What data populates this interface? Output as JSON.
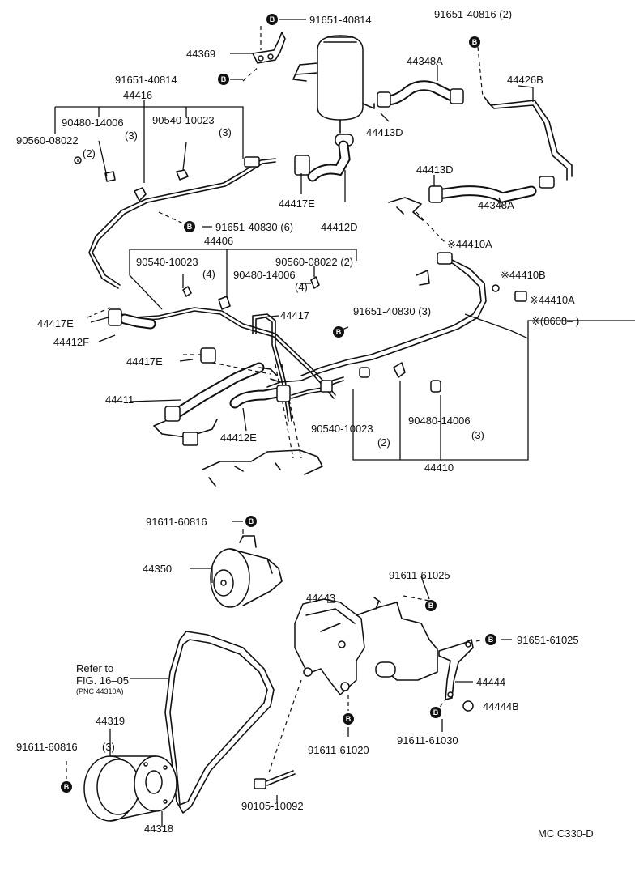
{
  "labels": {
    "p91651_40814_top": "91651-40814",
    "p91651_40816": "91651-40816 (2)",
    "p44369": "44369",
    "p44348A_top": "44348A",
    "p44426B": "44426B",
    "p91651_40814_left": "91651-40814",
    "p44416": "44416",
    "p90480_14006_a": "90480-14006",
    "p90480_14006_a_qty": "(3)",
    "p90540_10023_a": "90540-10023",
    "p90540_10023_a_qty": "(3)",
    "p90560_08022_a": "90560-08022",
    "p90560_08022_a_qty": "(2)",
    "p44413D_top": "44413D",
    "p44413D_mid": "44413D",
    "p44417E_top": "44417E",
    "p44412D": "44412D",
    "p91651_40830_6": "91651-40830 (6)",
    "p44348A_mid": "44348A",
    "p44406": "44406",
    "p44410A_top": "※44410A",
    "p90540_10023_b": "90540-10023",
    "p90540_10023_b_qty": "(4)",
    "p90560_08022_b": "90560-08022 (2)",
    "p90480_14006_b": "90480-14006",
    "p90480_14006_b_qty": "(4)",
    "p44410B": "※44410B",
    "p44410A_right": "※44410A",
    "p8608": "※(8608–        )",
    "p44417E_left": "44417E",
    "p44417": "44417",
    "p91651_40830_3": "91651-40830 (3)",
    "p44412F": "44412F",
    "p44417E_mid": "44417E",
    "p44411": "44411",
    "p44412E": "44412E",
    "p90540_10023_c": "90540-10023",
    "p90540_10023_c_qty": "(2)",
    "p90480_14006_c": "90480-14006",
    "p90480_14006_c_qty": "(3)",
    "p44410": "44410",
    "p91611_60816_top": "91611-60816",
    "p44350": "44350",
    "p91611_61025_top": "91611-61025",
    "p44443": "44443",
    "p91651_61025": "91651-61025",
    "refer_to": "Refer to",
    "fig_ref": "FIG. 16–05",
    "pnc_ref": "(PNC 44310A)",
    "p44444": "44444",
    "p44319": "44319",
    "p44444B": "44444B",
    "p91611_60816_left": "91611-60816",
    "p91611_60816_left_qty": "(3)",
    "p91611_61020": "91611-61020",
    "p91611_61030": "91611-61030",
    "p90105_10092": "90105-10092",
    "p44318": "44318",
    "diagram_code": "MC C330-D"
  },
  "badge_letter": "B"
}
